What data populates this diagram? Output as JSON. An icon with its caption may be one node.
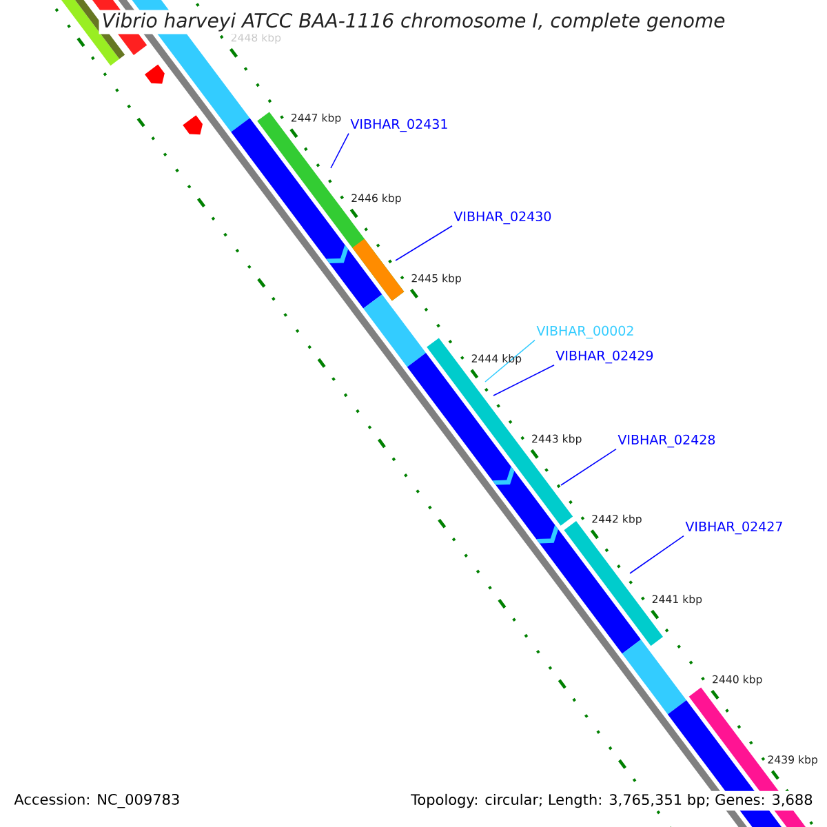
{
  "diagram": {
    "title": "Vibrio harveyi ATCC BAA-1116 chromosome I, complete genome",
    "nodes": [
      {
        "text": [
          "VIBHAR_02431"
        ]
      },
      {
        "text": [
          "VIBHAR_02430"
        ]
      },
      {
        "text": [
          "VIBHAR_00002"
        ]
      },
      {
        "text": [
          "VIBHAR_02429"
        ]
      },
      {
        "text": [
          "VIBHAR_02428"
        ]
      },
      {
        "text": [
          "VIBHAR_02427"
        ]
      }
    ],
    "edges": [
      {
        "from": 0,
        "to": null,
        "arrow": "none"
      },
      {
        "from": 1,
        "to": null,
        "arrow": "none"
      },
      {
        "from": 2,
        "to": null,
        "arrow": "none",
        "color": "#33ccff"
      },
      {
        "from": 3,
        "to": null,
        "arrow": "none"
      },
      {
        "from": 4,
        "to": null,
        "arrow": "none"
      },
      {
        "from": 5,
        "to": null,
        "arrow": "none"
      }
    ],
    "labels": [
      "2448 kbp",
      "2447 kbp",
      "2446 kbp",
      "2445 kbp",
      "2444 kbp",
      "2443 kbp",
      "2442 kbp",
      "2441 kbp",
      "2440 kbp",
      "2439 kbp",
      "Accession: NC_009783",
      "Topology: circular; Length: 3,765,351 bp; Genes: 3,688"
    ]
  }
}
